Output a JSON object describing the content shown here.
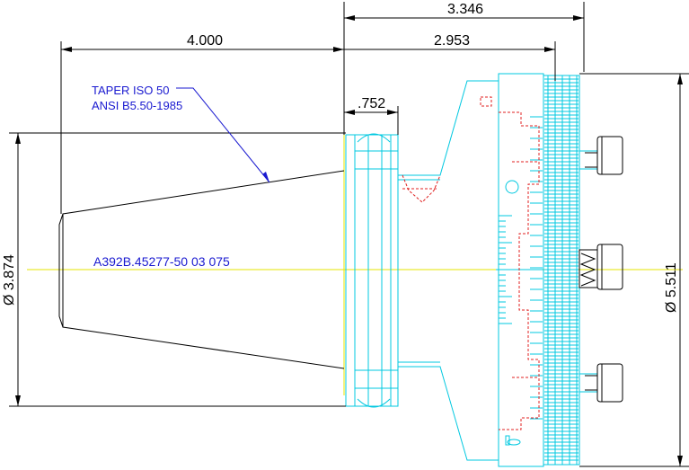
{
  "dimensions": {
    "overall_length_right": "3.346",
    "taper_length": "4.000",
    "body_length": "2.953",
    "flange_width": ".752",
    "taper_diameter": "Ø  3.874",
    "body_diameter": "Ø  5.511"
  },
  "notes": {
    "taper_line1": "TAPER ISO 50",
    "taper_line2": "ANSI B5.50-1985",
    "part_number": "A392B.45277-50 03 075"
  },
  "colors": {
    "outline": "#000000",
    "cyan": "#00c8e0",
    "hidden_red": "#e02020",
    "centerline_yellow": "#e6e600",
    "note_blue": "#1a1ad0"
  }
}
